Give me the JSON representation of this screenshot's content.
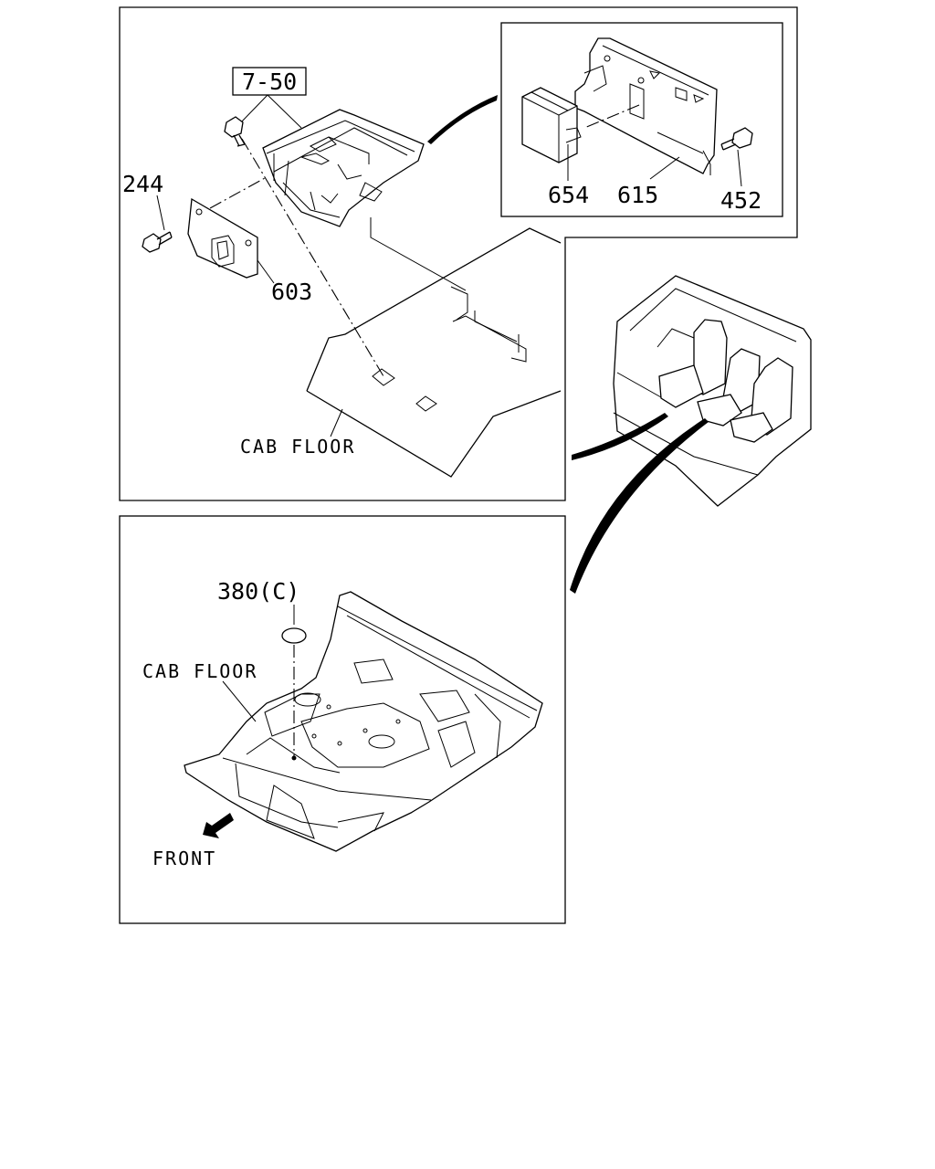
{
  "diagram": {
    "callouts": {
      "group_ref": "7-50",
      "bolt_left": "244",
      "plate": "603",
      "module": "654",
      "bracket": "615",
      "bolt_right": "452",
      "grommet": "380(C)"
    },
    "labels": {
      "cab_floor_top": "CAB FLOOR",
      "cab_floor_bottom": "CAB FLOOR",
      "front": "FRONT"
    }
  }
}
